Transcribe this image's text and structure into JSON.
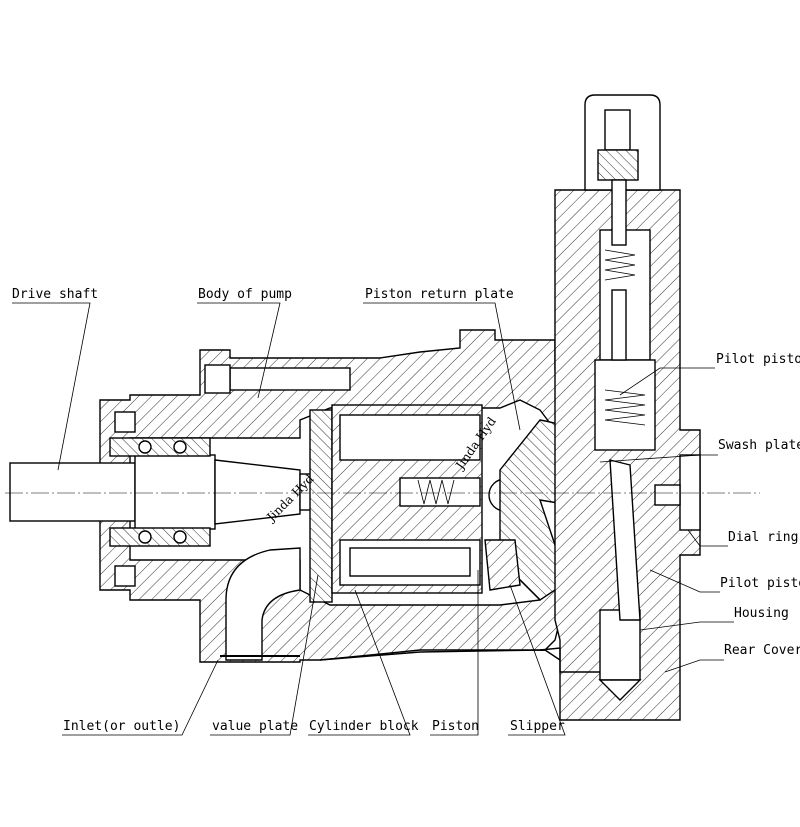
{
  "labels": {
    "drive_shaft": "Drive shaft",
    "body_of_pump": "Body of pump",
    "piston_return_plate": "Piston return plate",
    "pilot_piston_top": "Pilot piston",
    "swash_plate": "Swash plate",
    "dial_ring": "Dial ring",
    "pilot_piston_bottom": "Pilot piston",
    "housing": "Housing",
    "rear_cover": "Rear Cover",
    "inlet": "Inlet(or outle)",
    "value_plate": "value plate",
    "cylinder_block": "Cylinder block",
    "piston": "Piston",
    "slipper": "Slipper"
  },
  "watermarks": [
    "Jinda Hyd",
    "Jinda Hyd"
  ]
}
